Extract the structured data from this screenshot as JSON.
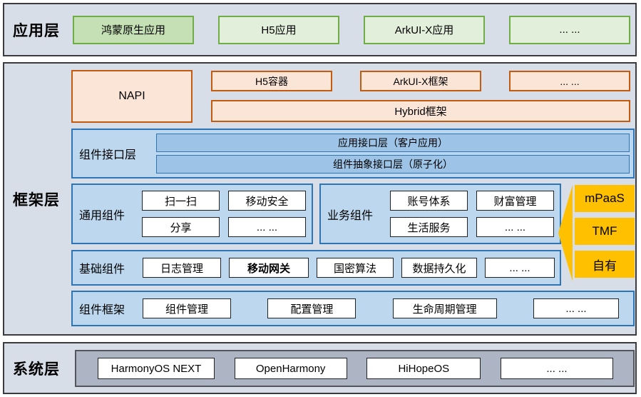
{
  "colors": {
    "layer_bg": "#D8DEE8",
    "green_fill": "#E2EFDA",
    "green_dark_fill": "#C5E0B4",
    "green_border": "#70AD47",
    "orange_fill": "#FBE5D6",
    "orange_border": "#C55A11",
    "blue_section_fill": "#BDD7EE",
    "blue_bar_fill": "#9DC3E6",
    "blue_border": "#2E75B6",
    "yellow": "#FFC000",
    "system_inner": "#ADB5C4"
  },
  "app_layer": {
    "label": "应用层",
    "boxes": [
      {
        "label": "鸿蒙原生应用"
      },
      {
        "label": "H5应用"
      },
      {
        "label": "ArkUI-X应用"
      },
      {
        "label": "... ..."
      }
    ]
  },
  "framework_layer": {
    "label": "框架层",
    "napi": "NAPI",
    "top_boxes": [
      {
        "label": "H5容器"
      },
      {
        "label": "ArkUI-X框架"
      },
      {
        "label": "... ..."
      }
    ],
    "hybrid": "Hybrid框架",
    "interface_section": {
      "label": "组件接口层",
      "bars": [
        {
          "label": "应用接口层（客户应用）"
        },
        {
          "label": "组件抽象接口层（原子化）"
        }
      ]
    },
    "general_section": {
      "label": "通用组件",
      "items": [
        {
          "label": "扫一扫"
        },
        {
          "label": "移动安全"
        },
        {
          "label": "分享"
        },
        {
          "label": "... ..."
        }
      ]
    },
    "business_section": {
      "label": "业务组件",
      "items": [
        {
          "label": "账号体系"
        },
        {
          "label": "财富管理"
        },
        {
          "label": "生活服务"
        },
        {
          "label": "... ..."
        }
      ]
    },
    "basic_section": {
      "label": "基础组件",
      "items": [
        {
          "label": "日志管理"
        },
        {
          "label": "移动网关"
        },
        {
          "label": "国密算法"
        },
        {
          "label": "数据持久化"
        },
        {
          "label": "... ..."
        }
      ]
    },
    "component_framework_section": {
      "label": "组件框架",
      "items": [
        {
          "label": "组件管理"
        },
        {
          "label": "配置管理"
        },
        {
          "label": "生命周期管理"
        },
        {
          "label": "... ..."
        }
      ]
    },
    "source_tags": [
      {
        "label": "mPaaS"
      },
      {
        "label": "TMF"
      },
      {
        "label": "自有"
      }
    ]
  },
  "system_layer": {
    "label": "系统层",
    "boxes": [
      {
        "label": "HarmonyOS NEXT"
      },
      {
        "label": "OpenHarmony"
      },
      {
        "label": "HiHopeOS"
      },
      {
        "label": "... ..."
      }
    ]
  }
}
